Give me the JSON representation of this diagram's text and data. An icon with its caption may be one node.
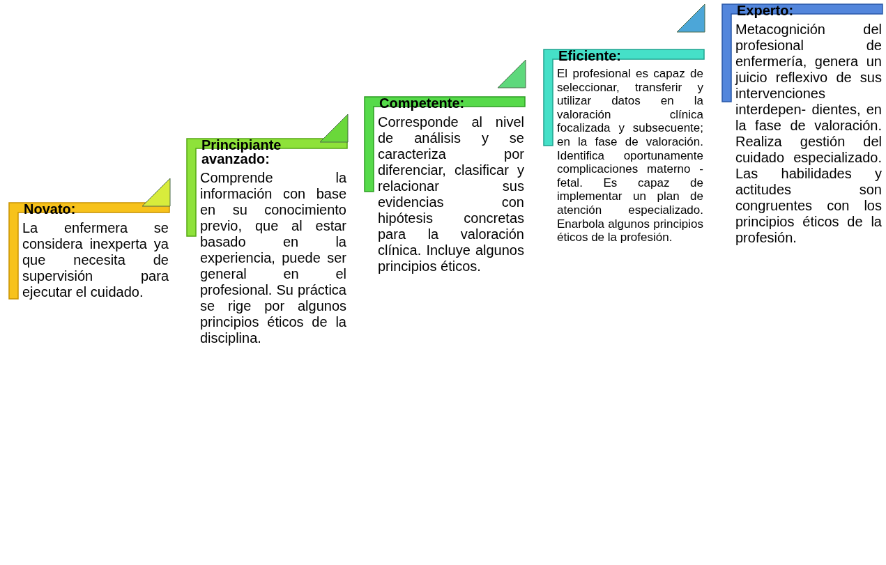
{
  "diagram": {
    "nodes": [
      {
        "text": [
          "Novato:",
          "La enfermera se considera inexperta ya que necesita de supervisión para ejecutar el cuidado."
        ]
      },
      {
        "text": [
          "Principiante avanzado:",
          "Comprende la información con base en su conocimiento previo, que al estar basado en la experiencia, puede ser general en el profesional. Su práctica se rige por algunos principios éticos de la disciplina."
        ]
      },
      {
        "text": [
          "Competente:",
          "Corresponde al nivel de análisis y se caracteriza por diferenciar, clasificar y relacionar sus evidencias con hipótesis concretas para la valoración clínica. Incluye algunos principios éticos."
        ]
      },
      {
        "text": [
          "Eficiente:",
          "El profesional es capaz de seleccionar, transferir y utilizar datos en la valoración clínica focalizada y subsecuente; en la fase de valoración. Identifica oportunamente complicaciones materno - fetal. Es capaz de implementar un plan de atención especializado. Enarbola algunos principios éticos de la profesión."
        ]
      },
      {
        "text": [
          "Experto:",
          "Metacognición del profesional de enfermería, genera un juicio reflexivo de sus intervenciones interdepen- dientes, en la fase de valoración. Realiza gestión del cuidado especializado. Las habilidades y actitudes son congruentes con los principios éticos de la profesión."
        ]
      }
    ]
  }
}
